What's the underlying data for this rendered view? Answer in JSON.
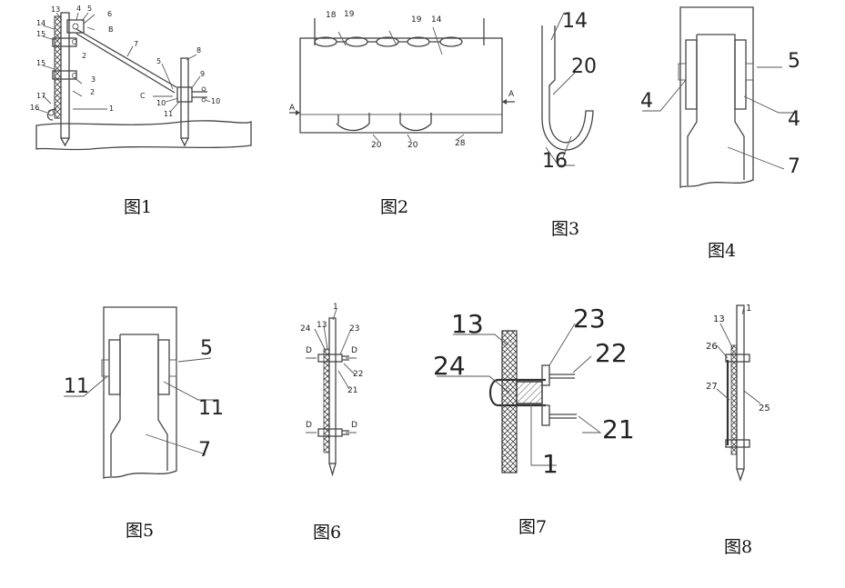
{
  "figures": [
    {
      "caption": "图1",
      "labels": [
        "13",
        "4",
        "5",
        "6",
        "B",
        "14",
        "15",
        "7",
        "2",
        "15",
        "3",
        "2",
        "17",
        "16",
        "1",
        "8",
        "5",
        "9",
        "C",
        "10",
        "10",
        "11"
      ]
    },
    {
      "caption": "图2",
      "labels": [
        "18",
        "19",
        "19",
        "14",
        "A",
        "A",
        "20",
        "20",
        "28"
      ]
    },
    {
      "caption": "图3",
      "labels": [
        "14",
        "20",
        "16"
      ]
    },
    {
      "caption": "图4",
      "labels": [
        "5",
        "4",
        "4",
        "7"
      ]
    },
    {
      "caption": "图5",
      "labels": [
        "5",
        "11",
        "11",
        "7"
      ]
    },
    {
      "caption": "图6",
      "labels": [
        "1",
        "24",
        "13",
        "23",
        "D",
        "D",
        "22",
        "21",
        "D",
        "D"
      ]
    },
    {
      "caption": "图7",
      "labels": [
        "13",
        "23",
        "22",
        "24",
        "21",
        "1"
      ]
    },
    {
      "caption": "图8",
      "labels": [
        "13",
        "1",
        "26",
        "27",
        "25"
      ]
    }
  ]
}
